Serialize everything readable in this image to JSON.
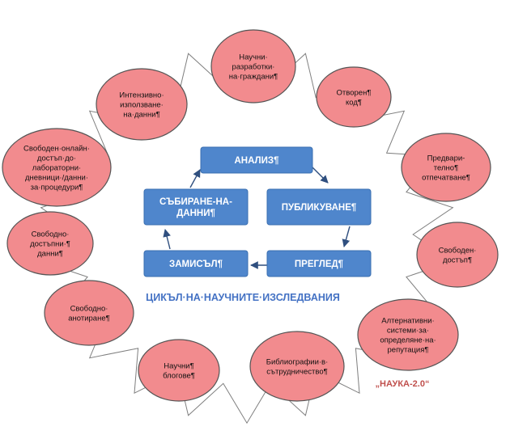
{
  "diagram": {
    "cycle_title": "ЦИКЪЛ·НА·НАУЧНИТЕ·ИЗСЛЕДВАНИЯ",
    "tag": "„НАУКА-2.0“",
    "stages": [
      {
        "lines": [
          "АНАЛИЗ¶"
        ]
      },
      {
        "lines": [
          "ПУБЛИКУВАНЕ¶"
        ]
      },
      {
        "lines": [
          "ПРЕГЛЕД¶"
        ]
      },
      {
        "lines": [
          "ЗАМИСЪЛ¶"
        ]
      },
      {
        "lines": [
          "СЪБИРАНЕ-НА-",
          "ДАННИ¶"
        ]
      }
    ],
    "items": [
      {
        "lines": [
          "Научни·",
          "разработки·",
          "на·граждани¶"
        ]
      },
      {
        "lines": [
          "Отворен¶",
          "код¶"
        ]
      },
      {
        "lines": [
          "Предвари-",
          "телно¶",
          "отпечатване¶"
        ]
      },
      {
        "lines": [
          "Свободен·",
          "достъп¶"
        ]
      },
      {
        "lines": [
          "Алтернативни·",
          "системи·за·",
          "определяне·на·",
          "репутация¶"
        ]
      },
      {
        "lines": [
          "Библиографии·в·",
          "сътрудничество¶"
        ]
      },
      {
        "lines": [
          "Научни¶",
          "блогове¶"
        ]
      },
      {
        "lines": [
          "Свободно·",
          "анотиране¶"
        ]
      },
      {
        "lines": [
          "Свободно·",
          "достъпни·¶",
          "данни¶"
        ]
      },
      {
        "lines": [
          "Свободен·онлайн·",
          "достъп·до·",
          "лабораторни·",
          "дневници·/данни·",
          "за·процедури¶"
        ]
      },
      {
        "lines": [
          "Интензивно·",
          "използване·",
          "на·данни¶"
        ]
      }
    ]
  }
}
